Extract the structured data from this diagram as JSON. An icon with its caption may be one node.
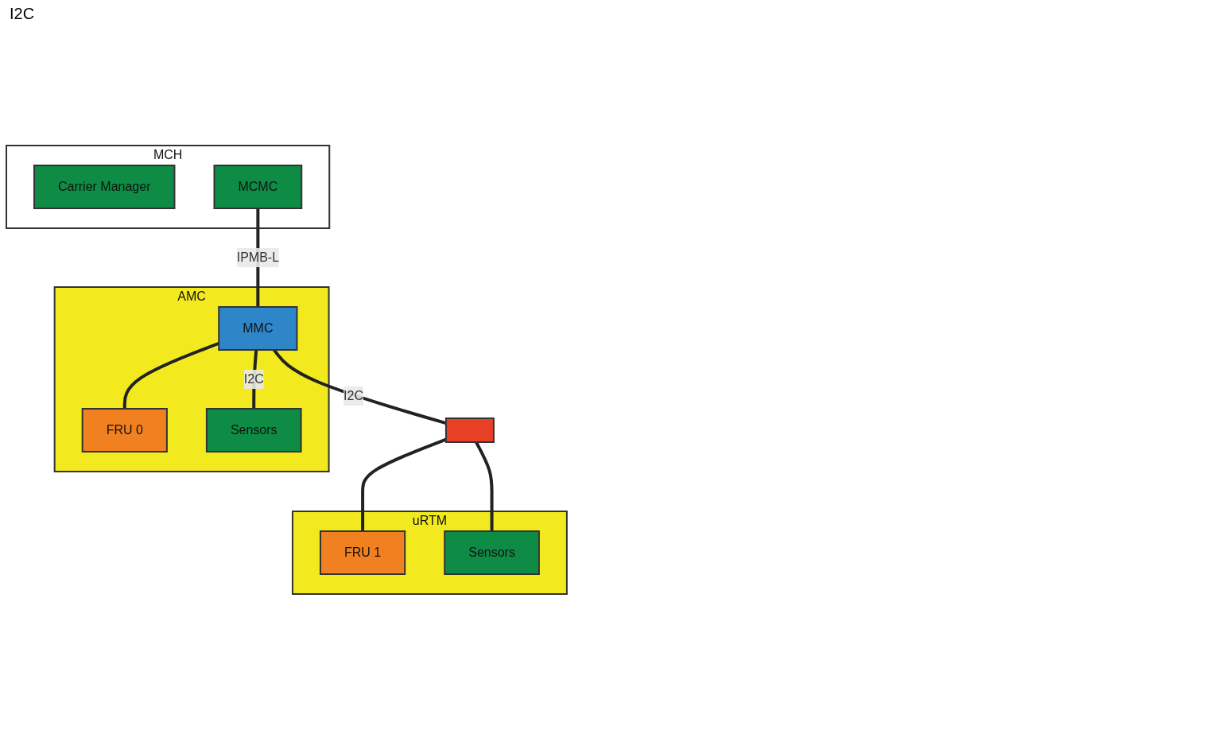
{
  "diagram": {
    "nodes": [
      {
        "text": [
          "MCH"
        ]
      },
      {
        "text": [
          "Carrier Manager"
        ],
        "in": 0
      },
      {
        "text": [
          "MCMC"
        ],
        "in": 0
      },
      {
        "text": [
          "AMC"
        ]
      },
      {
        "text": [
          "MMC"
        ],
        "in": 3
      },
      {
        "text": [
          "FRU 0"
        ],
        "in": 3
      },
      {
        "text": [
          "Sensors"
        ],
        "in": 3
      },
      {
        "text": [],
        "shape": "box"
      },
      {
        "text": [
          "uRTM"
        ]
      },
      {
        "text": [
          "FRU 1"
        ],
        "in": 8
      },
      {
        "text": [
          "Sensors"
        ],
        "in": 8
      }
    ],
    "edges": [
      {
        "from": 2,
        "to": 4,
        "arrow": "none",
        "label": "IPMB-L"
      },
      {
        "from": 4,
        "to": 7,
        "arrow": "none",
        "label": "I2C"
      },
      {
        "from": 4,
        "to": 5,
        "arrow": "none"
      },
      {
        "from": 4,
        "to": 6,
        "arrow": "none",
        "label": "I2C"
      },
      {
        "from": 7,
        "to": 9,
        "arrow": "none"
      },
      {
        "from": 7,
        "to": 10,
        "arrow": "none"
      }
    ],
    "labels": [
      "I2C"
    ]
  }
}
